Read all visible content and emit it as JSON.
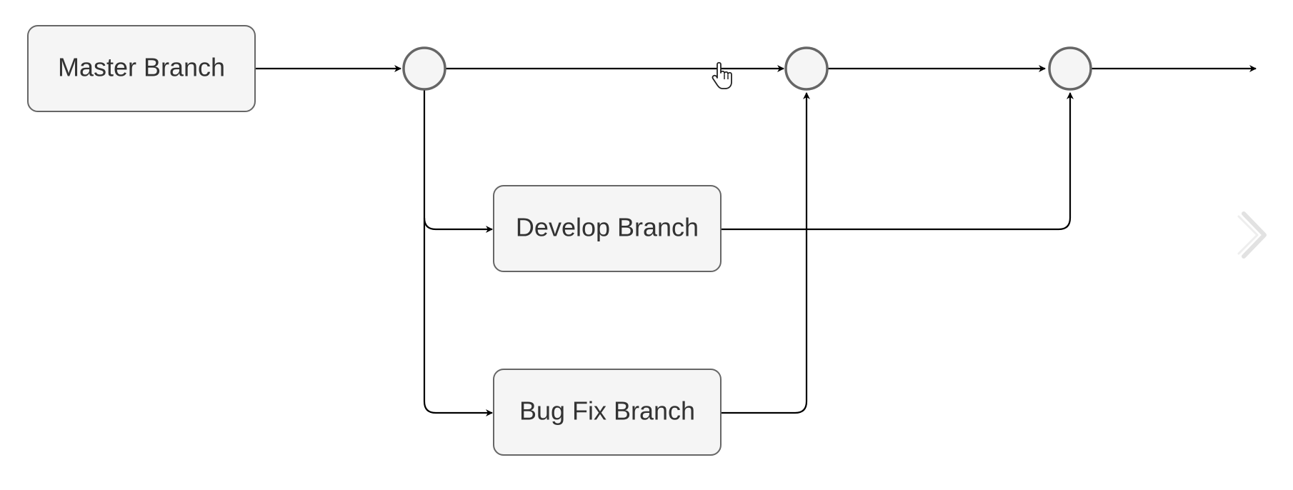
{
  "diagram": {
    "nodes": [
      {
        "id": "master",
        "label": "Master Branch"
      },
      {
        "id": "develop",
        "label": "Develop Branch"
      },
      {
        "id": "bugfix",
        "label": "Bug Fix Branch"
      }
    ],
    "commits": [
      "commit-1",
      "commit-2",
      "commit-3"
    ],
    "edges": [
      {
        "from": "master",
        "to": "commit-1"
      },
      {
        "from": "commit-1",
        "to": "commit-2"
      },
      {
        "from": "commit-2",
        "to": "commit-3"
      },
      {
        "from": "commit-3",
        "to": "continuation"
      },
      {
        "from": "commit-1",
        "to": "develop"
      },
      {
        "from": "commit-1",
        "to": "bugfix"
      },
      {
        "from": "develop",
        "to": "commit-3"
      },
      {
        "from": "bugfix",
        "to": "commit-2"
      }
    ]
  },
  "colors": {
    "node_fill": "#f5f5f5",
    "node_stroke": "#666666",
    "edge": "#000000",
    "text": "#333333"
  },
  "icons": {
    "cursor": "hand-pointer-icon",
    "next": "chevron-right-icon"
  }
}
